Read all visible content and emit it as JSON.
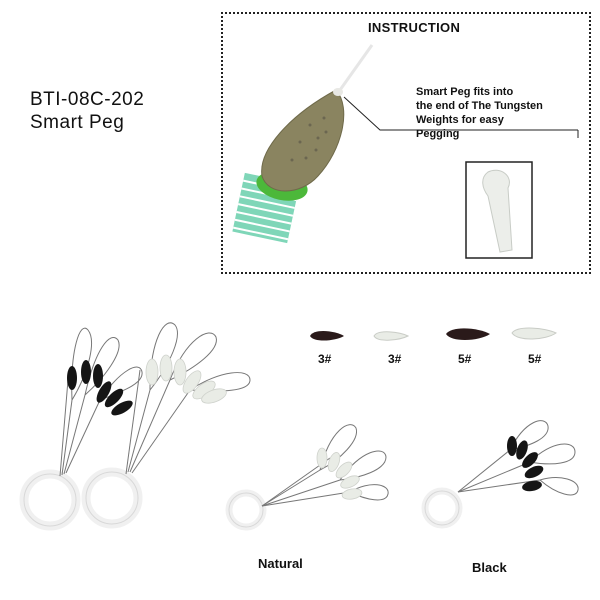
{
  "product": {
    "code": "BTI-08C-202",
    "name": "Smart Peg"
  },
  "instruction": {
    "heading": "INSTRUCTION",
    "lines": [
      "Smart Peg fits into",
      "the end of The Tungsten",
      "Weights for easy",
      "Pegging"
    ]
  },
  "sizes": [
    {
      "label": "3#",
      "color": "black"
    },
    {
      "label": "3#",
      "color": "natural"
    },
    {
      "label": "5#",
      "color": "black"
    },
    {
      "label": "5#",
      "color": "natural"
    }
  ],
  "colors": {
    "natural_label": "Natural",
    "black_label": "Black",
    "black_peg": "#2a1a1a",
    "natural_peg": "#e9ece6",
    "weight_body": "#8a8460",
    "tube": "#7fd6b8"
  }
}
